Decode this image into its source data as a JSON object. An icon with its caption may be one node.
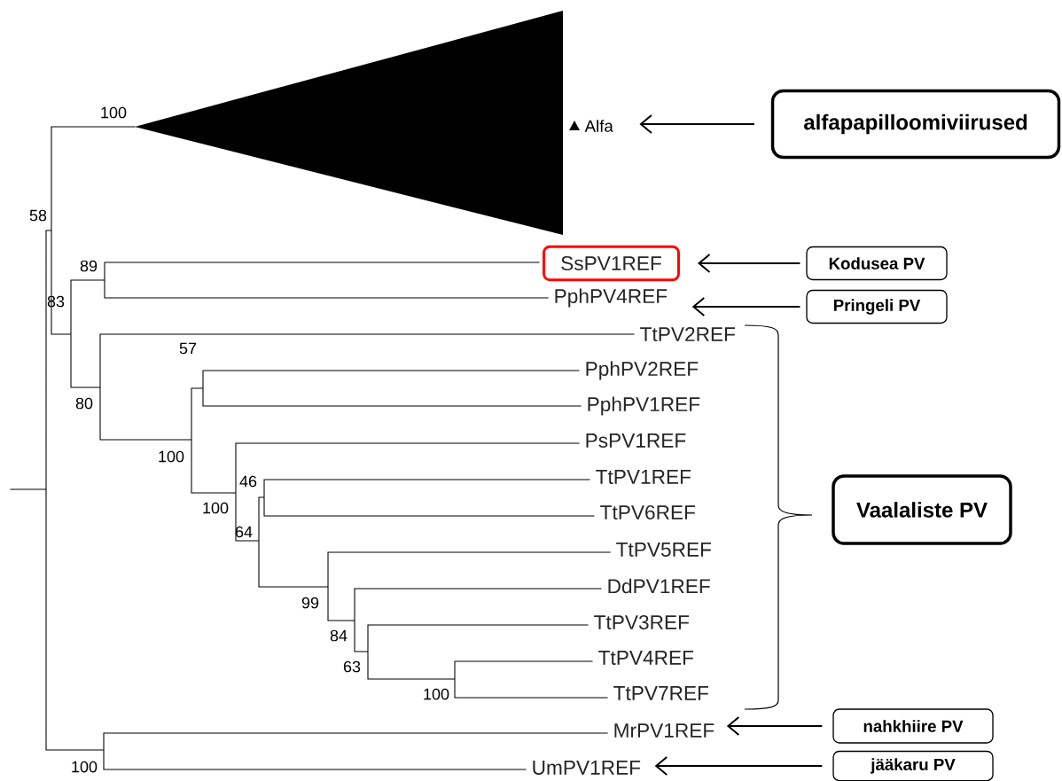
{
  "diagram": {
    "nodes": [
      {
        "text": [
          "Alfa"
        ]
      },
      {
        "text": [
          "alfapapilloomiviirused"
        ]
      },
      {
        "text": [
          "SsPV1REF"
        ]
      },
      {
        "text": [
          "Kodusea PV"
        ]
      },
      {
        "text": [
          "PphPV4REF"
        ]
      },
      {
        "text": [
          "Pringeli PV"
        ]
      },
      {
        "text": [
          "Vaalaliste PV"
        ]
      },
      {
        "text": [
          "MrPV1REF"
        ]
      },
      {
        "text": [
          "nahkhiire PV"
        ]
      },
      {
        "text": [
          "UmPV1REF"
        ]
      },
      {
        "text": [
          "jääkaru PV"
        ]
      }
    ],
    "edges": [
      {
        "from": 1,
        "to": 0,
        "arrow": "to"
      },
      {
        "from": 3,
        "to": 2,
        "arrow": "to"
      },
      {
        "from": 5,
        "to": 4,
        "arrow": "to"
      },
      {
        "from": 8,
        "to": 7,
        "arrow": "to"
      },
      {
        "from": 10,
        "to": 9,
        "arrow": "to"
      }
    ],
    "labels": [
      "100",
      "58",
      "89",
      "83",
      "TtPV2REF",
      "57",
      "PphPV2REF",
      "80",
      "PphPV1REF",
      "PsPV1REF",
      "100",
      "TtPV1REF",
      "46",
      "100",
      "TtPV6REF",
      "64",
      "TtPV5REF",
      "DdPV1REF",
      "99",
      "TtPV3REF",
      "84",
      "TtPV4REF",
      "63",
      "100",
      "TtPV7REF",
      "100"
    ]
  }
}
